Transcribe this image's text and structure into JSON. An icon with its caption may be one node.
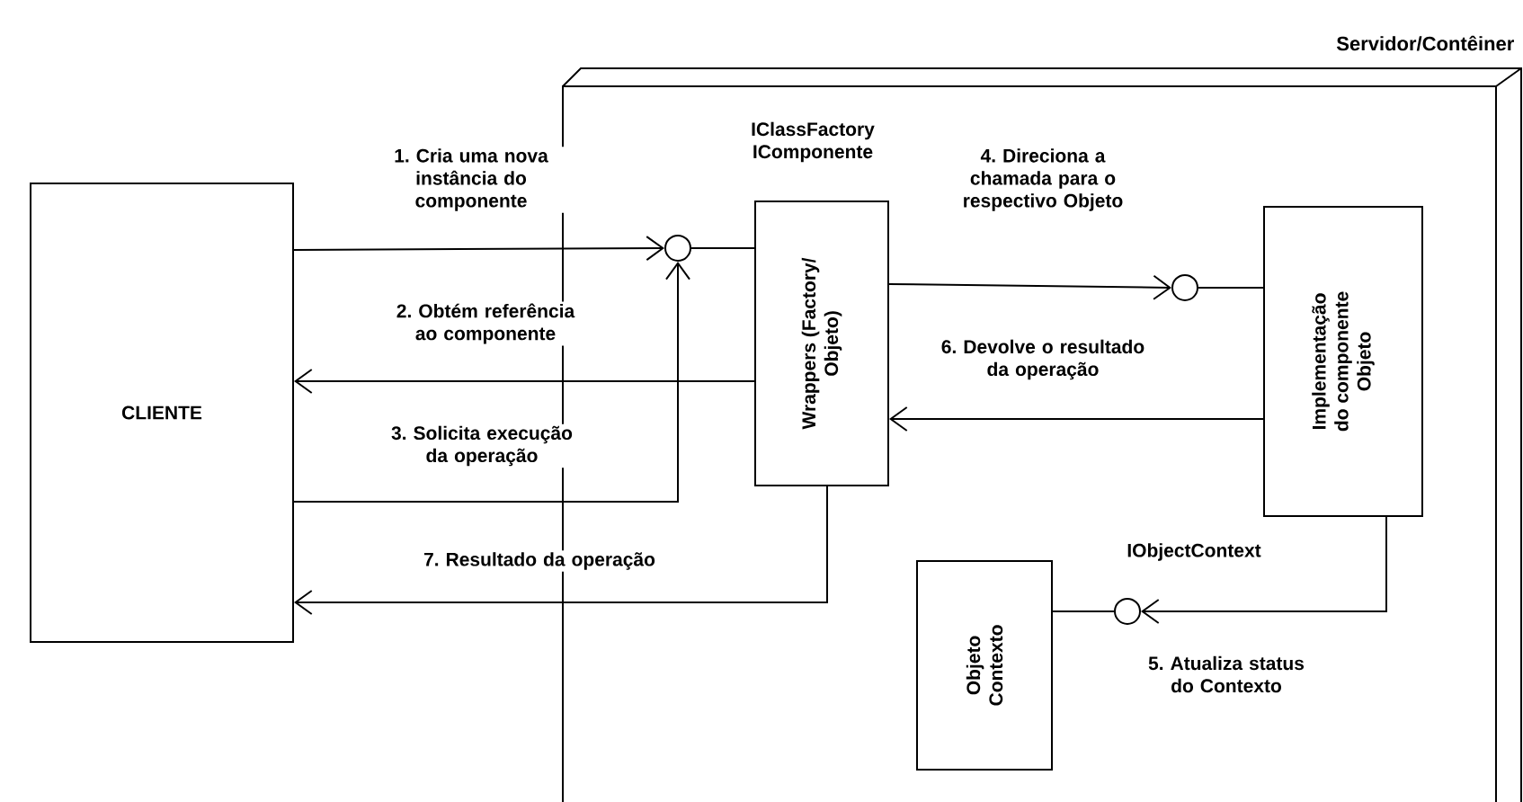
{
  "diagram": {
    "nodes": [
      {
        "text": [
          "CLIENTE"
        ]
      },
      {
        "text": [
          "Servidor/Contêiner"
        ]
      },
      {
        "text": [],
        "shape": "circle",
        "in": 1
      },
      {
        "text": [
          "Wrappers (Factory/ Objeto)"
        ],
        "in": 1,
        "beside": [
          "IClassFactory IComponente"
        ]
      },
      {
        "text": [],
        "shape": "circle",
        "in": 1
      },
      {
        "text": [
          "Implementação do componente Objeto"
        ],
        "in": 1
      },
      {
        "text": [],
        "shape": "circle",
        "in": 1,
        "beside": [
          "IObjectContext"
        ]
      },
      {
        "text": [
          "Objeto Contexto"
        ],
        "in": 1
      }
    ],
    "edges": [
      {
        "from": 0,
        "to": 2,
        "arrow": "to",
        "label": "1. Cria uma nova instância do componente"
      },
      {
        "from": 2,
        "to": 3,
        "arrow": "none"
      },
      {
        "from": 3,
        "to": 0,
        "arrow": "to",
        "label": "2. Obtém referência ao componente"
      },
      {
        "from": 0,
        "to": 2,
        "arrow": "to",
        "label": "3. Solicita execução da operação"
      },
      {
        "from": 3,
        "to": 4,
        "arrow": "to",
        "label": "4. Direciona a chamada para o respectivo Objeto"
      },
      {
        "from": 4,
        "to": 5,
        "arrow": "none"
      },
      {
        "from": 5,
        "to": 3,
        "arrow": "to",
        "label": "6. Devolve o resultado da operação"
      },
      {
        "from": 3,
        "to": 0,
        "arrow": "to",
        "label": "7. Resultado da operação"
      },
      {
        "from": 5,
        "to": 6,
        "arrow": "to",
        "label": "5. Atualiza status do Contexto"
      },
      {
        "from": 6,
        "to": 7,
        "arrow": "none"
      }
    ]
  }
}
